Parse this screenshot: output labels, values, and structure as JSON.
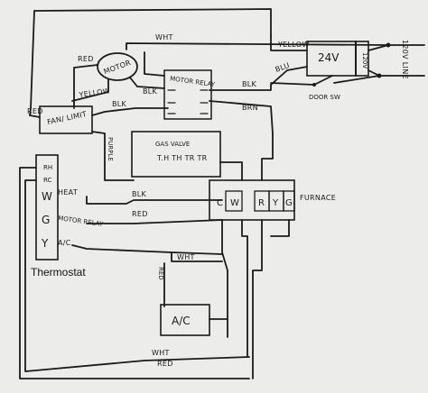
{
  "labels": {
    "wht_top": "WHT",
    "motor": "MOTOR",
    "red_motor": "RED",
    "yellow_top": "YELLOW",
    "transformer": "24V",
    "transformer_120": "120V",
    "line": "120V LINE",
    "yellow_motor": "YELLOW",
    "blk_motor": "BLK",
    "motor_relay": "MOTOR RELAY",
    "blk_right": "BLK",
    "blu": "BLU",
    "door_sw": "DOOR SW",
    "brn": "BRN",
    "fan_limit": "FAN/ LIMIT",
    "red_fan": "RED",
    "blk_fan": "BLK",
    "purple": "PURPLE",
    "gas_valve": "GAS VALVE",
    "gas_terms": "T.H TH TR TR",
    "rh": "RH",
    "rc": "RC",
    "w": "W",
    "heat": "HEAT",
    "g": "G",
    "motor_relay_t": "MOTOR RELAY",
    "y": "Y",
    "ac": "A/C",
    "thermostat": "Thermostat",
    "blk_bottom": "BLK",
    "red_mid": "RED",
    "furnace": "FURNACE",
    "c_term": "C",
    "w_term": "W",
    "r_term": "R",
    "y_term": "Y",
    "g_term": "G",
    "wht_mid": "WHT",
    "red_vert": "RED",
    "ac_unit": "A/C",
    "wht_bottom": "WHT",
    "red_bottom": "RED"
  }
}
